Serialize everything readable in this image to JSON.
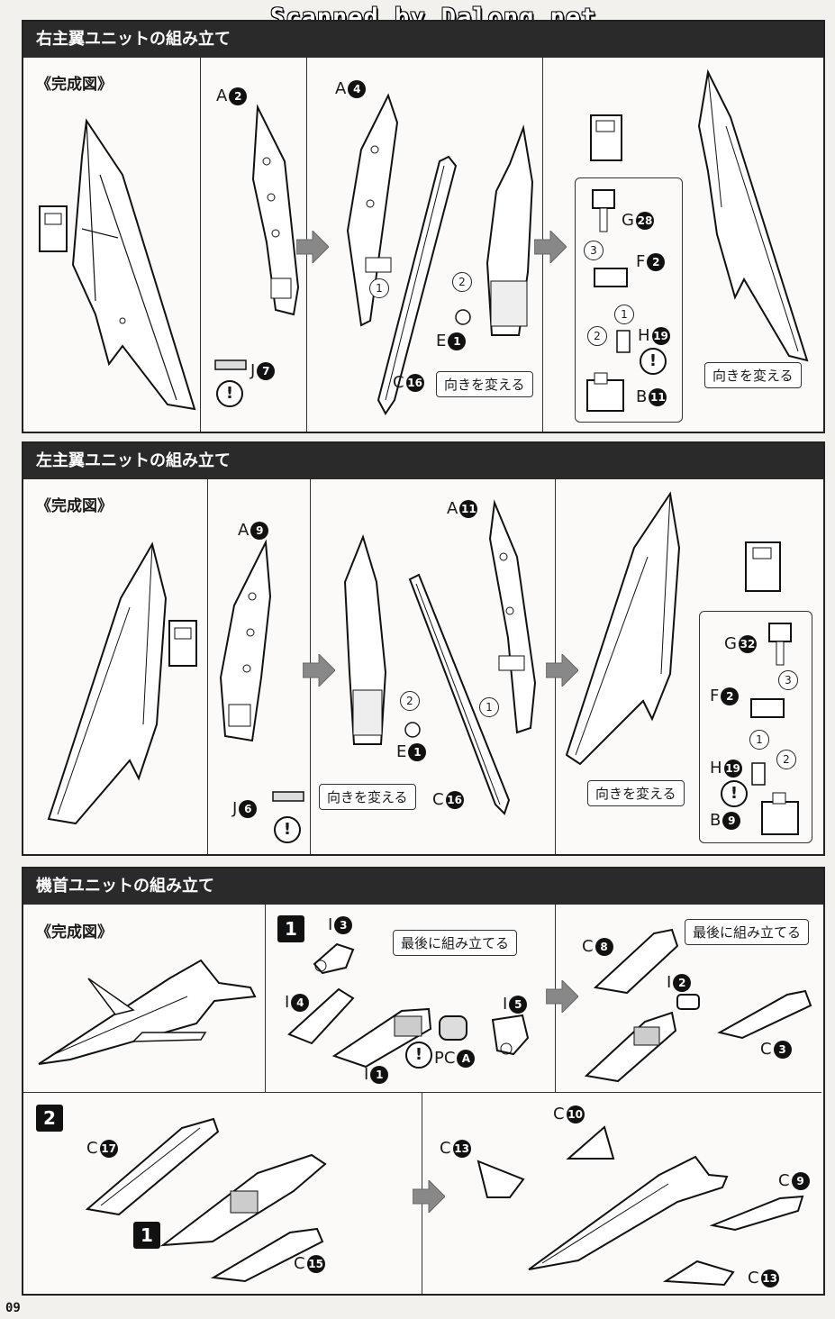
{
  "watermark": "Scanned by Dalong.net",
  "page_number": "09",
  "complete_label": "《完成図》",
  "section1": {
    "title": "右主翼ユニットの組み立て",
    "labels": [
      {
        "key": "a2",
        "letter": "A",
        "num": "2"
      },
      {
        "key": "j7",
        "letter": "J",
        "num": "7"
      },
      {
        "key": "a4",
        "letter": "A",
        "num": "4"
      },
      {
        "key": "e1",
        "letter": "E",
        "num": "1"
      },
      {
        "key": "c16",
        "letter": "C",
        "num": "16"
      },
      {
        "key": "g28",
        "letter": "G",
        "num": "28"
      },
      {
        "key": "f2",
        "letter": "F",
        "num": "2"
      },
      {
        "key": "h19",
        "letter": "H",
        "num": "19"
      },
      {
        "key": "b11",
        "letter": "B",
        "num": "11"
      }
    ],
    "note_turn": "向きを変える",
    "note_turn2": "向きを変える"
  },
  "section2": {
    "title": "左主翼ユニットの組み立て",
    "labels": [
      {
        "key": "a9",
        "letter": "A",
        "num": "9"
      },
      {
        "key": "j6",
        "letter": "J",
        "num": "6"
      },
      {
        "key": "a11",
        "letter": "A",
        "num": "11"
      },
      {
        "key": "e1",
        "letter": "E",
        "num": "1"
      },
      {
        "key": "c16",
        "letter": "C",
        "num": "16"
      },
      {
        "key": "g32",
        "letter": "G",
        "num": "32"
      },
      {
        "key": "f2",
        "letter": "F",
        "num": "2"
      },
      {
        "key": "h19",
        "letter": "H",
        "num": "19"
      },
      {
        "key": "b9",
        "letter": "B",
        "num": "9"
      }
    ],
    "note_turn": "向きを変える",
    "note_turn2": "向きを変える"
  },
  "section3": {
    "title": "機首ユニットの組み立て",
    "step1": "1",
    "step2": "2",
    "note_last": "最後に組み立てる",
    "note_last2": "最後に組み立てる",
    "labels": [
      {
        "key": "i3",
        "letter": "I",
        "num": "3"
      },
      {
        "key": "i4",
        "letter": "I",
        "num": "4"
      },
      {
        "key": "i5",
        "letter": "I",
        "num": "5"
      },
      {
        "key": "i1",
        "letter": "I",
        "num": "1"
      },
      {
        "key": "pca",
        "letter": "PC",
        "num": "A"
      },
      {
        "key": "c8",
        "letter": "C",
        "num": "8"
      },
      {
        "key": "i2",
        "letter": "I",
        "num": "2"
      },
      {
        "key": "c3",
        "letter": "C",
        "num": "3"
      },
      {
        "key": "c17",
        "letter": "C",
        "num": "17"
      },
      {
        "key": "c15",
        "letter": "C",
        "num": "15"
      },
      {
        "key": "c10",
        "letter": "C",
        "num": "10"
      },
      {
        "key": "c13a",
        "letter": "C",
        "num": "13"
      },
      {
        "key": "c9",
        "letter": "C",
        "num": "9"
      },
      {
        "key": "c13b",
        "letter": "C",
        "num": "13"
      }
    ]
  },
  "caution_mark": "!",
  "step_marks": [
    "1",
    "2",
    "3"
  ]
}
